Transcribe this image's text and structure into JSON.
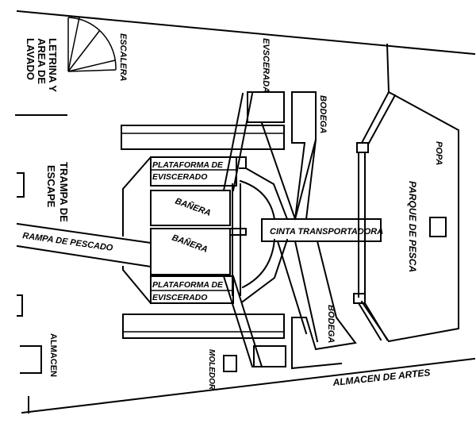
{
  "diagram": {
    "type": "ship-deck-floor-plan",
    "labels": {
      "letrina": [
        "LETRINA Y",
        "AREA DE",
        "LAVADO"
      ],
      "escalera": "ESCALERA",
      "evscerada": "EVSCERADA",
      "bodega_top": "BODEGA",
      "bodega_bottom": "BODEGA",
      "popa": "POPA",
      "parque": "PARQUE DE PESCA",
      "trampa": [
        "TRAMPA DE",
        "ESCAPE"
      ],
      "rampa": "RAMPA DE PESCADO",
      "plataforma_top": [
        "PLATAFORMA DE",
        "EVISCERADO"
      ],
      "plataforma_bottom": [
        "PLATAFORMA DE",
        "EVISCERADO"
      ],
      "banera_top": "BAÑERA",
      "banera_bottom": "BAÑERA",
      "cinta": "CINTA TRANSPORTADORA",
      "almacen": "ALMACEN",
      "moledor": "MOLEDOR",
      "almacen_artes": "ALMACEN DE ARTES"
    },
    "colors": {
      "line": "#000000",
      "background": "#ffffff"
    }
  }
}
